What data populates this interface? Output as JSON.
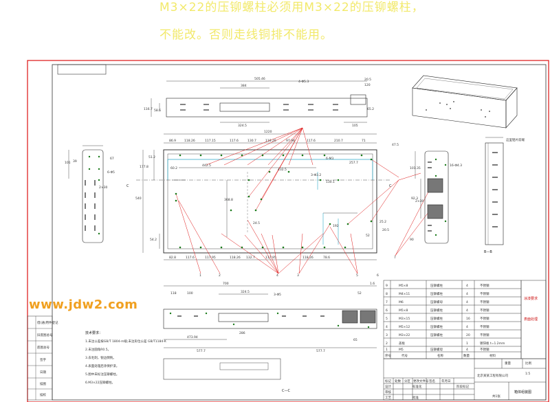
{
  "notes": {
    "line1": "M3×22的压铆螺柱必须用M3×22的压铆螺柱，",
    "line2": "不能改。否则走线铜排不能用。"
  },
  "watermark": "www.jdw2.com",
  "top_view": {
    "dims": [
      "505.46",
      "384",
      "4-Φ5.3",
      "324.5",
      "116.7",
      "58.6",
      "20.5",
      "120",
      "65.2",
      "105"
    ]
  },
  "front_view": {
    "overall": "1220",
    "top_dims": [
      "86.9",
      "118.26",
      "117.15",
      "117.6",
      "130.7",
      "118.26",
      "97.98",
      "117.6",
      "210.7",
      "71"
    ],
    "bottom_dims": [
      "82.8",
      "117.6",
      "117.95",
      "118.26",
      "132.7",
      "117.95",
      "118.26",
      "78.6"
    ],
    "inner_dims": [
      "442.5",
      "432.5",
      "3-Φ3.2",
      "257.7",
      "6-M3",
      "368.8",
      "24.5",
      "192",
      "52",
      "25.2",
      "130.1",
      "20.5"
    ],
    "left_labels": [
      "540",
      "177.8",
      "51.2",
      "60.2",
      "54.2"
    ],
    "section_mark": "C",
    "right_label": "47.5",
    "callouts": [
      "1",
      "2",
      "3",
      "4",
      "5",
      "6",
      "7"
    ]
  },
  "side_view": {
    "dims": [
      "101",
      "39",
      "67",
      "6-Φ5",
      "2×30"
    ]
  },
  "right_view": {
    "dims": [
      "101.35",
      "16-Φ4.3",
      "90",
      "2×30",
      "92.3"
    ]
  },
  "section_view": {
    "label": "B—B",
    "note": "这里铝片前端"
  },
  "bottom_view": {
    "dims": [
      "700",
      "324.5",
      "3-Φ5",
      "118",
      "100",
      "286",
      "473.94",
      "577.7",
      "577.7",
      "1.6",
      "52",
      "65"
    ],
    "label": "C—C"
  },
  "tech_requirements": {
    "title": "技术要求：",
    "items": [
      "1.未注公差按GB/T 1804-m级;未注形位公差 GB/T1184-K",
      "2.未注圆角R0.5。",
      "3.去毛刺，锐边倒钝。",
      "4.表面处理后涂保护漆。",
      "5.图中未标注压铆螺柱。",
      "6.M3×22压铆螺柱。"
    ]
  },
  "bom": {
    "rows": [
      {
        "no": "9",
        "name": "M5×8",
        "type": "压铆螺柱",
        "qty": "4",
        "mat": "不锈钢"
      },
      {
        "no": "8",
        "name": "M4×11",
        "type": "压铆螺柱",
        "qty": "4",
        "mat": "不锈钢"
      },
      {
        "no": "7",
        "name": "M6",
        "type": "压铆螺母",
        "qty": "4",
        "mat": "不锈钢"
      },
      {
        "no": "6",
        "name": "M5×8",
        "type": "压铆螺柱",
        "qty": "4",
        "mat": "不锈钢"
      },
      {
        "no": "5",
        "name": "M3×15",
        "type": "压铆螺柱",
        "qty": "16",
        "mat": "不锈钢"
      },
      {
        "no": "4",
        "name": "M5×12",
        "type": "压铆螺柱",
        "qty": "4",
        "mat": "不锈钢"
      },
      {
        "no": "3",
        "name": "M3×22",
        "type": "压铆螺柱",
        "qty": "20",
        "mat": "不锈钢"
      },
      {
        "no": "2",
        "name": "盖板",
        "type": "",
        "qty": "1",
        "mat": "镀锌板 t=1.2mm"
      },
      {
        "no": "1",
        "name": "M5",
        "type": "压铆螺母",
        "qty": "4",
        "mat": "不锈钢"
      }
    ],
    "header": [
      "序号",
      "代号",
      "名称",
      "数量",
      "材料"
    ]
  },
  "title_block": {
    "drawing_name": "箱体组装图",
    "company": "北京某某工程有限公司",
    "scale": "1:5",
    "sheet": "共1张",
    "weight": "重量",
    "ratio": "比例",
    "labels": [
      "标记",
      "处数",
      "分区",
      "更改文件号",
      "签名",
      "年月日",
      "设计",
      "标准化",
      "审核",
      "工艺",
      "批准",
      "阶段标记"
    ]
  },
  "left_strip": [
    "借(通)用件登记",
    "旧底图总号",
    "底图总号",
    "签字",
    "日期",
    "描图",
    "描校"
  ],
  "red_notes": [
    "涂漆要求",
    "表面处理"
  ]
}
